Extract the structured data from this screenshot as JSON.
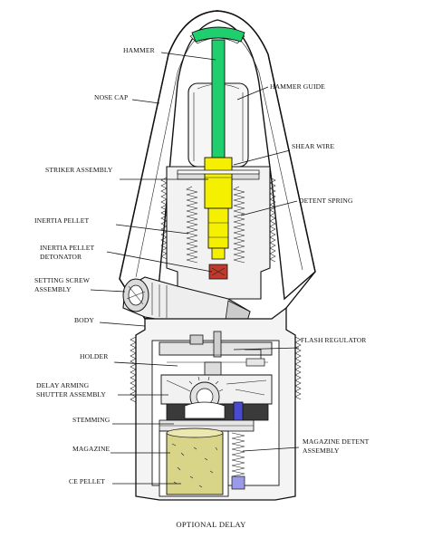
{
  "labels": {
    "hammer": "HAMMER",
    "hammer_guide": "HAMMER GUIDE",
    "nose_cap": "NOSE CAP",
    "shear_wire": "SHEAR WIRE",
    "striker_assembly": "STRIKER ASSEMBLY",
    "detent_spring": "DETENT SPRING",
    "inertia_pellet": "INERTIA PELLET",
    "inertia_pellet_detonator_1": "INERTIA PELLET",
    "inertia_pellet_detonator_2": "DETONATOR",
    "setting_screw_1": "SETTING SCREW",
    "setting_screw_2": "ASSEMBLY",
    "body": "BODY",
    "flash_regulator": "FLASH REGULATOR",
    "holder": "HOLDER",
    "delay_arming_1": "DELAY ARMING",
    "delay_arming_2": "SHUTTER ASSEMBLY",
    "stemming": "STEMMING",
    "magazine": "MAGAZINE",
    "magazine_detent_1": "MAGAZINE DETENT",
    "magazine_detent_2": "ASSEMBLY",
    "ce_pellet": "CE PELLET"
  },
  "caption": "OPTIONAL DELAY",
  "colors": {
    "hammer": "#1fce6c",
    "striker": "#f4f000",
    "ce_pellet": "#d8d488",
    "detonator": "#c0392b",
    "magazine_detent": "#4a4ad0"
  }
}
